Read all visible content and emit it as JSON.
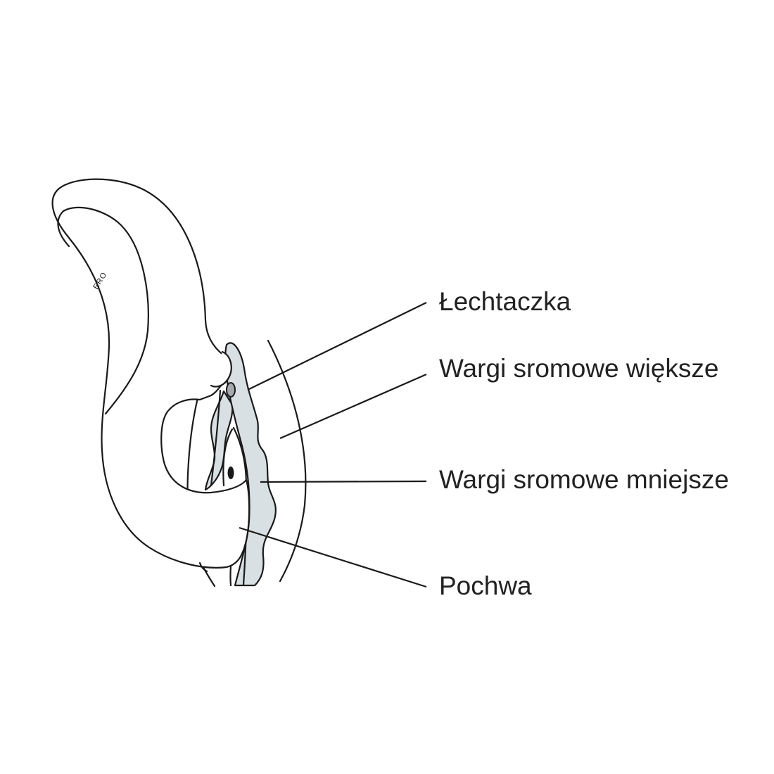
{
  "colors": {
    "outline": "#1a1a1a",
    "fill": "#ffffff",
    "labia_minora_fill": "#d9e0e3",
    "clitoris_fill": "#a6aaae",
    "text": "#222222"
  },
  "device": {
    "brand_text": "ERO"
  },
  "labels": [
    {
      "id": "clitoris",
      "text": "Łechtaczka"
    },
    {
      "id": "labia-majora",
      "text": "Wargi sromowe większe"
    },
    {
      "id": "labia-minora",
      "text": "Wargi sromowe mniejsze"
    },
    {
      "id": "vagina",
      "text": "Pochwa"
    }
  ]
}
